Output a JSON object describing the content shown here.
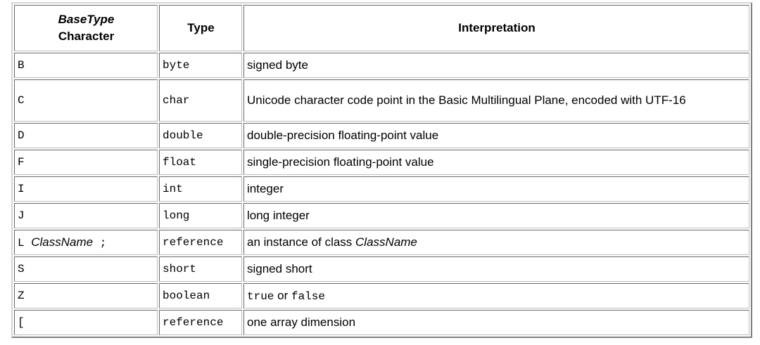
{
  "table": {
    "name": "basetype-character-table",
    "headers": {
      "col1_line1": "BaseType",
      "col1_line2": "Character",
      "col2": "Type",
      "col3": "Interpretation"
    },
    "rows": [
      {
        "character": "B",
        "type": "byte",
        "interpretation": "signed byte"
      },
      {
        "character": "C",
        "type": "char",
        "interpretation": "Unicode character code point in the Basic Multilingual Plane, encoded with UTF-16"
      },
      {
        "character": "D",
        "type": "double",
        "interpretation": "double-precision floating-point value"
      },
      {
        "character": "F",
        "type": "float",
        "interpretation": "single-precision floating-point value"
      },
      {
        "character": "I",
        "type": "int",
        "interpretation": "integer"
      },
      {
        "character": "J",
        "type": "long",
        "interpretation": "long integer"
      },
      {
        "character_parts": {
          "prefix": "L",
          "italic": "ClassName",
          "suffix": ";"
        },
        "type": "reference",
        "interpretation_parts": {
          "prefix": "an instance of class ",
          "italic": "ClassName"
        }
      },
      {
        "character": "S",
        "type": "short",
        "interpretation": "signed short"
      },
      {
        "character": "Z",
        "type": "boolean",
        "interpretation_parts": {
          "mono1": "true",
          "middle": " or ",
          "mono2": "false"
        }
      },
      {
        "character": "[",
        "type": "reference",
        "interpretation": "one array dimension"
      }
    ]
  },
  "colors": {
    "page_background": "#ffffff",
    "text": "#000000",
    "outer_border": "#d4d4d4",
    "cell_border": "#bdbdbd"
  }
}
